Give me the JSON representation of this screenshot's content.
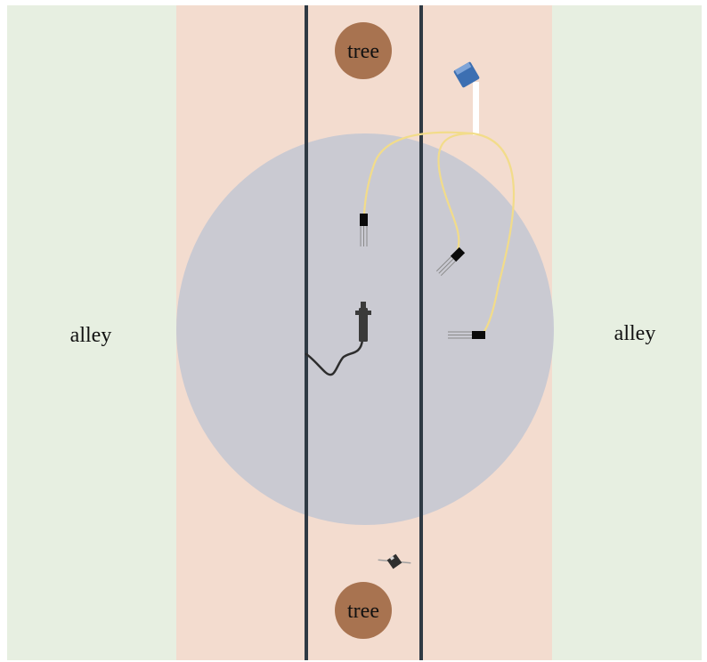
{
  "labels": {
    "alley_left": "alley",
    "alley_right": "alley",
    "tree_top": "tree",
    "tree_bottom": "tree"
  },
  "colors": {
    "background": "#ffffff",
    "alley": "#e7efe1",
    "street": "#f3dccf",
    "footprint": "#c7c8d2",
    "boundary_line": "#2f3a44",
    "tree": "#a87350",
    "cable": "#f2dc8a",
    "sensor": "#0a0a0a",
    "datalogger": "#3c6fb2",
    "mast": "#ffffff",
    "probe": "#2d2d2d"
  },
  "icons": {
    "datalogger": "datalogger-icon",
    "sensor": "temperature-sensor-icon",
    "probe": "soil-probe-icon",
    "small_device": "small-device-icon"
  }
}
